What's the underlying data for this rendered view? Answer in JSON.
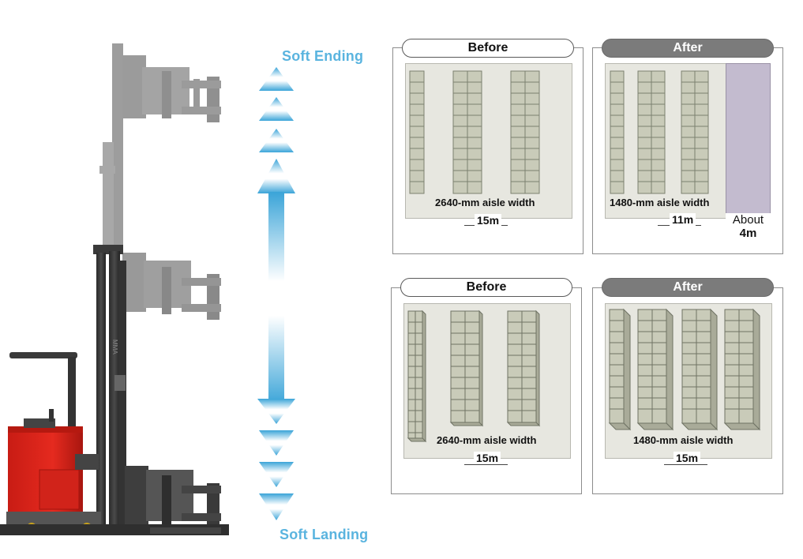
{
  "labels": {
    "soft_ending": "Soft Ending",
    "soft_landing": "Soft Landing",
    "mast_brand": "MMA"
  },
  "comparisons": [
    {
      "before": {
        "title": "Before",
        "aisle": "2640-mm aisle width",
        "length": "15m"
      },
      "after": {
        "title": "After",
        "aisle": "1480-mm aisle width",
        "length": "11m",
        "extra_label": "About",
        "extra_value": "4m"
      }
    },
    {
      "before": {
        "title": "Before",
        "aisle": "2640-mm aisle width",
        "length": "15m"
      },
      "after": {
        "title": "After",
        "aisle": "1480-mm aisle width",
        "length": "15m"
      }
    }
  ],
  "colors": {
    "accent": "#5ab4df",
    "forklift_body": "#e0261d",
    "freed_space": "#c3bbcf",
    "rack_fill": "#c9cbb9"
  }
}
